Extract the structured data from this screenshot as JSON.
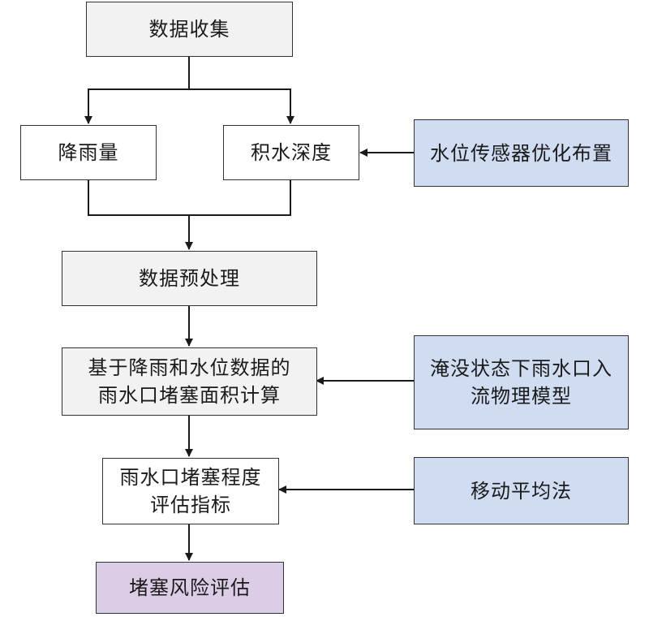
{
  "nodes": {
    "data_collection": "数据收集",
    "rainfall": "降雨量",
    "water_depth": "积水深度",
    "sensor_layout": "水位传感器优化布置",
    "preprocessing": "数据预处理",
    "blocked_area_line1": "基于降雨和水位数据的",
    "blocked_area_line2": "雨水口堵塞面积计算",
    "inflow_model_line1": "淹没状态下雨水口入",
    "inflow_model_line2": "流物理模型",
    "index_line1": "雨水口堵塞程度",
    "index_line2": "评估指标",
    "moving_average": "移动平均法",
    "risk_assessment": "堵塞风险评估"
  },
  "colors": {
    "gray_box": "#f2f2f2",
    "white_box": "#ffffff",
    "blue_box": "#cfdcf1",
    "purple_box": "#dccde6",
    "line": "#1a1a1a"
  }
}
